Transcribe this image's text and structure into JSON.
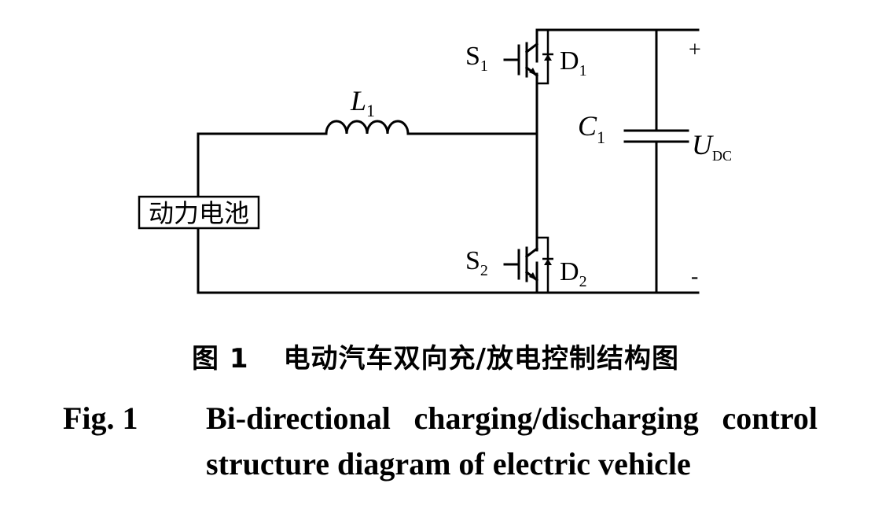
{
  "components": {
    "inductor": {
      "name": "L",
      "sub": "1"
    },
    "capacitor": {
      "name": "C",
      "sub": "1"
    },
    "voltage": {
      "name": "U",
      "sub": "DC"
    },
    "switch_top": {
      "name": "S",
      "sub": "1"
    },
    "switch_bottom": {
      "name": "S",
      "sub": "2"
    },
    "diode_top": {
      "name": "D",
      "sub": "1"
    },
    "diode_bottom": {
      "name": "D",
      "sub": "2"
    },
    "battery_label": "动力电池",
    "plus": "+",
    "minus": "-"
  },
  "caption": {
    "cn_number": "图 1",
    "cn_title": "电动汽车双向充/放电控制结构图",
    "en_number": "Fig. 1",
    "en_line1_words": [
      "Bi-directional",
      "charging/discharging",
      "control"
    ],
    "en_line2": "structure diagram of electric vehicle"
  }
}
